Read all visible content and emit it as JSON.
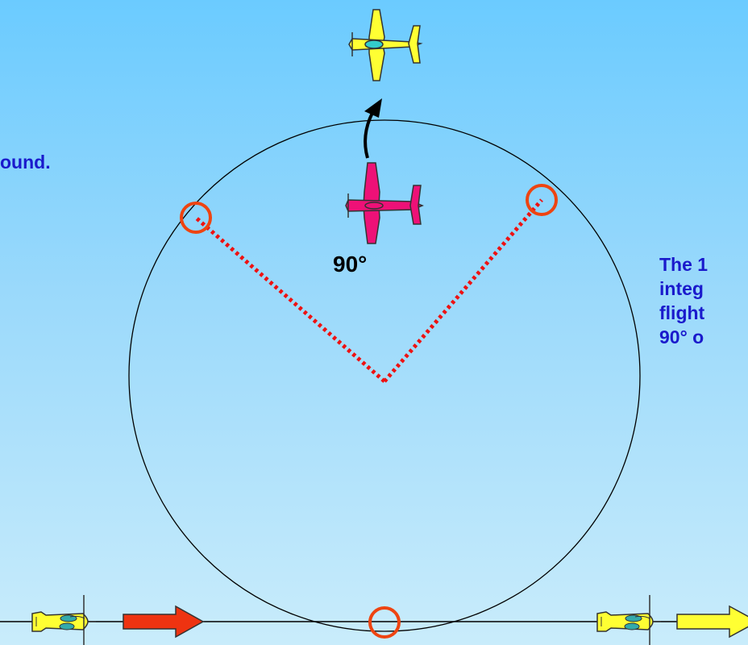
{
  "angle_label": "90°",
  "left_caption": "ound.",
  "right_caption_lines": [
    "The 1",
    "integ",
    "flight",
    "90° o"
  ],
  "colors": {
    "background_top": "#6bcbff",
    "background_bottom": "#c9ecfb",
    "caption_text": "#1a1acc",
    "radius_dotted": "#ee1111",
    "marker_circle": "#ee4411",
    "plane_top": "#ffff33",
    "plane_middle": "#ee1177",
    "arrow_red": "#ee3311",
    "arrow_yellow": "#ffff33"
  }
}
